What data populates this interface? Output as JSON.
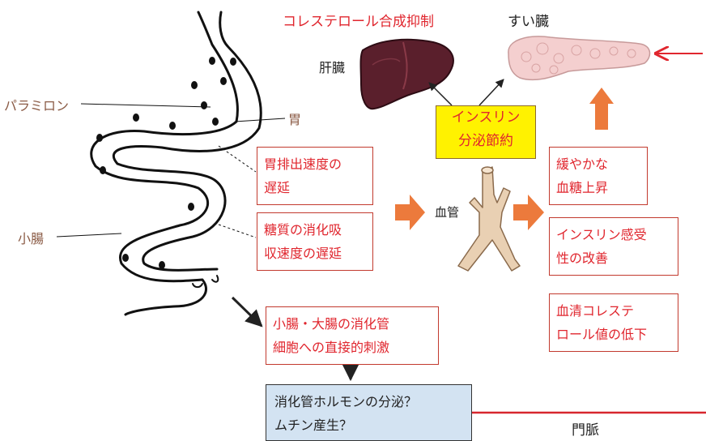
{
  "labels": {
    "cholesterol_inhibition": "コレステロール合成抑制",
    "pancreas": "すい臓",
    "liver": "肝臓",
    "paramylon": "パラミロン",
    "stomach": "胃",
    "small_intestine": "小腸",
    "blood_vessel": "血管",
    "portal_vein": "門脈"
  },
  "boxes": {
    "insulin_saving": [
      "インスリン",
      "分泌節約"
    ],
    "gastric_emptying": [
      "胃排出速度の",
      "遅延"
    ],
    "carb_absorption": [
      "糖質の消化吸",
      "収速度の遅延"
    ],
    "intestinal_stimulation": [
      "小腸・大腸の消化管",
      "細胞への直接的刺激"
    ],
    "hormone_secretion": [
      "消化管ホルモンの分泌？",
      "ムチン産生？"
    ],
    "gentle_glucose": [
      "緩やかな",
      "血糖上昇"
    ],
    "insulin_sensitivity": [
      "インスリン感受",
      "性の改善"
    ],
    "serum_cholesterol": [
      "血清コレステ",
      "ロール値の低下"
    ]
  },
  "colors": {
    "red_text": "#e0262e",
    "box_border": "#c23a2e",
    "highlight": "#fff200",
    "hormone_box": "#d3e3f2",
    "orange_arrow": "#ec7a3c",
    "portal_line": "#d7262e"
  }
}
